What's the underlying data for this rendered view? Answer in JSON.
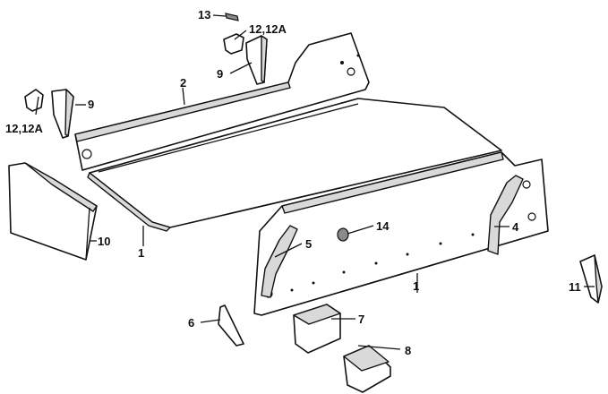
{
  "callouts": {
    "c1": "1",
    "c1b": "1",
    "c2": "2",
    "c4": "4",
    "c5": "5",
    "c6": "6",
    "c7": "7",
    "c8": "8",
    "c9a": "9",
    "c9b": "9",
    "c10": "10",
    "c11": "11",
    "c12a": "12,12A",
    "c12b": "12,12A",
    "c13": "13",
    "c14": "14"
  }
}
